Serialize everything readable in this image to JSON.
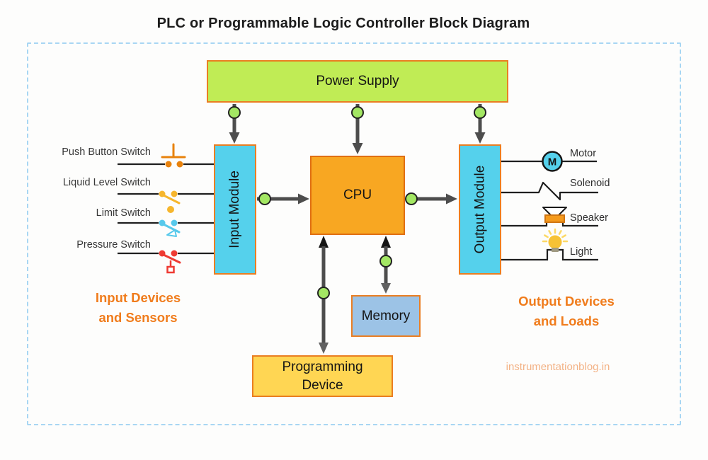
{
  "diagram": {
    "title": "PLC or Programmable Logic Controller Block Diagram",
    "watermark": "instrumentationblog.in",
    "blocks": {
      "power_supply": "Power Supply",
      "input_module": "Input Module",
      "cpu": "CPU",
      "output_module": "Output Module",
      "memory": "Memory",
      "programming_device": "Programming Device"
    },
    "input_section": {
      "caption": [
        "Input Devices",
        "and Sensors"
      ],
      "devices": [
        "Push Button Switch",
        "Liquid Level Switch",
        "Limit Switch",
        "Pressure Switch"
      ]
    },
    "output_section": {
      "caption": [
        "Output Devices",
        "and Loads"
      ],
      "devices": [
        "Motor",
        "Solenoid",
        "Speaker",
        "Light"
      ],
      "motor_letter": "M"
    },
    "colors": {
      "power_supply_fill": "#c0ec55",
      "module_fill": "#55d1ec",
      "cpu_fill": "#f8a722",
      "memory_fill": "#9cc3e6",
      "programming_device_fill": "#ffd653",
      "box_border": "#ea7e22",
      "connector_dot": "#a3e763",
      "arrow": "#4d4d4d",
      "caption_text": "#f07c1c",
      "frame_dash": "#a8d6f3"
    }
  }
}
